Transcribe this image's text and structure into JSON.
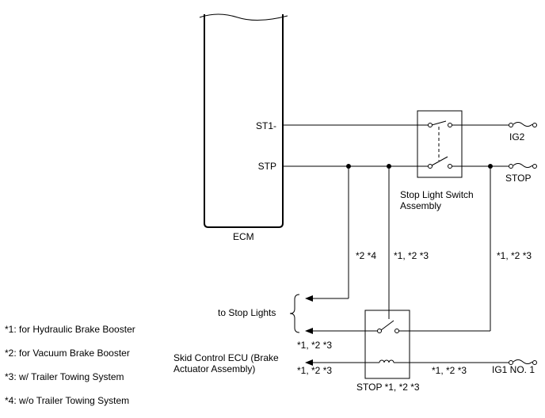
{
  "ecm": {
    "label": "ECM",
    "pins": {
      "st1": "ST1-",
      "stp": "STP"
    }
  },
  "terminals": {
    "ig2": "IG2",
    "stop": "STOP",
    "ig1": "IG1 NO. 1"
  },
  "switch_assembly": {
    "line1": "Stop Light Switch",
    "line2": "Assembly"
  },
  "relay": {
    "label": "STOP *1, *2 *3"
  },
  "wire_notes": {
    "n24": "*2 *4",
    "n123_center": "*1, *2 *3",
    "n123_right": "*1, *2 *3",
    "n123_left_upper": "*1, *2 *3",
    "n123_left_lower": "*1, *2 *3",
    "n123_bottom": "*1, *2 *3"
  },
  "destinations": {
    "stop_lights": "to Stop Lights",
    "skid_line1": "Skid Control ECU (Brake",
    "skid_line2": "Actuator Assembly)"
  },
  "legend": [
    "*1: for Hydraulic Brake Booster",
    "*2: for Vacuum Brake Booster",
    "*3: w/ Trailer Towing System",
    "*4: w/o Trailer Towing System"
  ]
}
